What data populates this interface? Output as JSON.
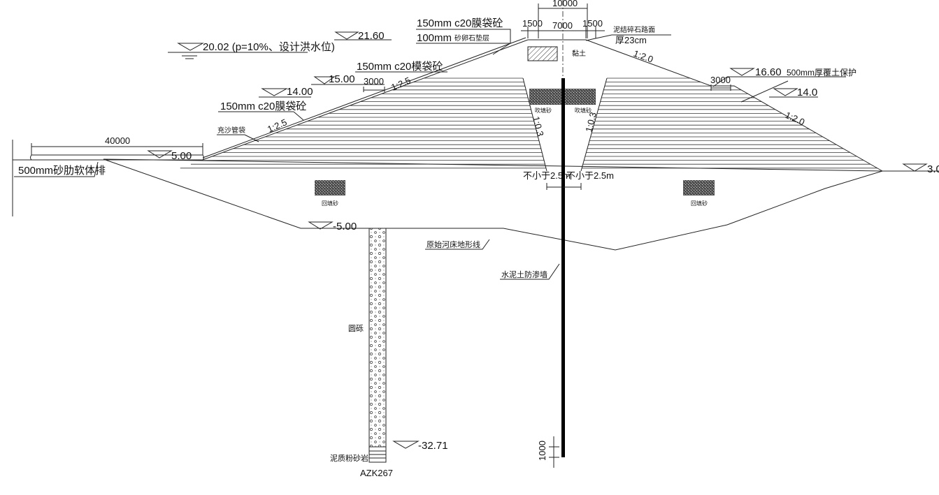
{
  "drawing": {
    "flood_level": "20.02 (p=10%、设计洪水位)",
    "crest_level": "21.60",
    "crest_layer1": "150mm  c20膜袋砼",
    "crest_layer2": "100mm",
    "crest_layer2_material": "砂卵石垫层",
    "dim_total": "10000",
    "dim_left": "1500",
    "dim_mid": "7000",
    "dim_right": "1500",
    "road_surface": "泥结碎石路面",
    "road_thickness": "厚23cm",
    "slope_right_upper": "1:2.0",
    "clay": "黏土",
    "mould_bag_upper": "150mm c20模袋砼",
    "berm_left_level": "15.00",
    "berm_left_width": "3000",
    "slope_left_upper": "1:2.5",
    "level_14_left": "14.00",
    "mould_bag_lower": "150mm c20膜袋砼",
    "sand_tube": "充沙管袋",
    "slope_left_lower": "1:2.5",
    "dim_apron": "40000",
    "apron_level": "5.00",
    "soft_mattress": "500mm砂肋软体排",
    "blown_sand_left": "吹填砂",
    "blown_sand_right": "吹填砂",
    "trench_slope_left": "1:0.3",
    "trench_slope_right": "1:0.3",
    "min_width_left": "不小于2.5m",
    "min_width_right": "不小于2.5m",
    "berm_right_width": "3000",
    "berm_right_level": "16.60",
    "soil_cover": "500mm厚覆土保护",
    "level_14_right": "14.0",
    "slope_right_lower": "1:2.0",
    "right_ground_level": "3.0",
    "backfill_left": "回填砂",
    "backfill_right": "回填砂",
    "riverbed_level": "-5.00",
    "riverbed_line": "原始河床地形线",
    "cutoff_wall": "水泥土防渗墙",
    "gravel": "圆砾",
    "rock_level": "-32.71",
    "siltstone": "泥质粉砂岩",
    "borehole": "AZK267",
    "wall_embed": "1000"
  }
}
